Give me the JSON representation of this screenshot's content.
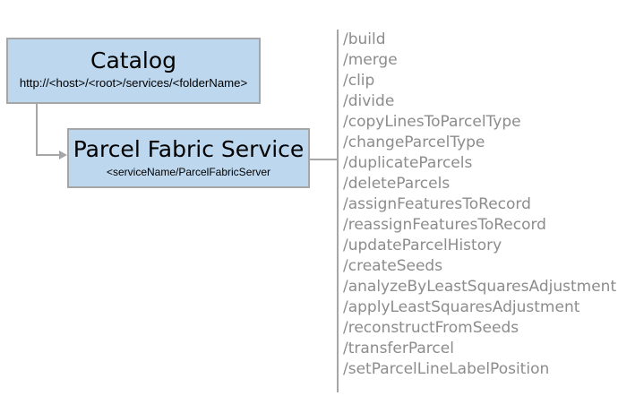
{
  "catalog": {
    "title": "Catalog",
    "subtitle": "http://<host>/<root>/services/<folderName>"
  },
  "service": {
    "title": "Parcel Fabric Service",
    "subtitle": "<serviceName/ParcelFabricServer"
  },
  "endpoints": [
    "/build",
    "/merge",
    "/clip",
    "/divide",
    "/copyLinesToParcelType",
    "/changeParcelType",
    "/duplicateParcels",
    "/deleteParcels",
    "/assignFeaturesToRecord",
    "/reassignFeaturesToRecord",
    "/updateParcelHistory",
    "/createSeeds",
    "/analyzeByLeastSquaresAdjustment",
    "/applyLeastSquaresAdjustment",
    "/reconstructFromSeeds",
    "/transferParcel",
    "/setParcelLineLabelPosition"
  ],
  "colors": {
    "box_fill": "#bdd7ee",
    "box_border": "#a6a6a6",
    "connector": "#a6a6a6",
    "endpoint_text": "#8c8c8c",
    "title_text": "#000000"
  }
}
